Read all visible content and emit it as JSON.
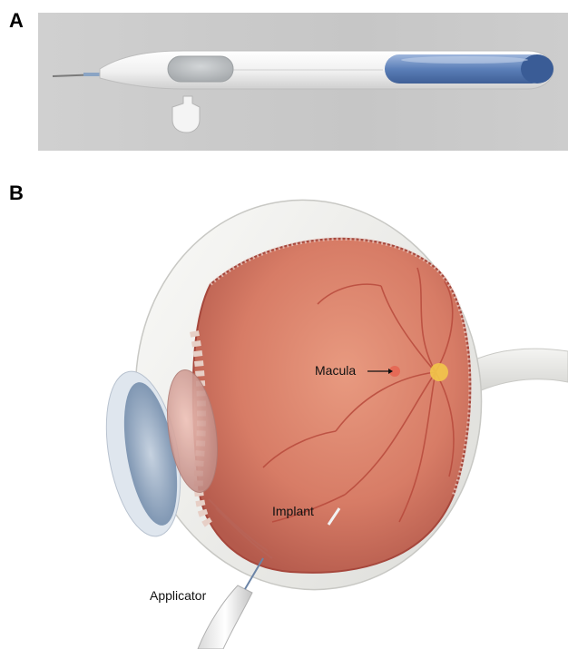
{
  "panels": {
    "a": {
      "label": "A"
    },
    "b": {
      "label": "B"
    }
  },
  "annotations": {
    "macula": "Macula",
    "implant": "Implant",
    "applicator": "Applicator"
  },
  "colors": {
    "photo_background": "#c9c9c9",
    "device_body": "#f2f2f2",
    "device_button": "#b9bdc0",
    "device_grip": "#5b7fb8",
    "retina": "#d9826c",
    "sclera": "#efefed",
    "iris": "#9fb2c8",
    "vessels": "#b84a3c",
    "optic_disc": "#f2c64a"
  }
}
